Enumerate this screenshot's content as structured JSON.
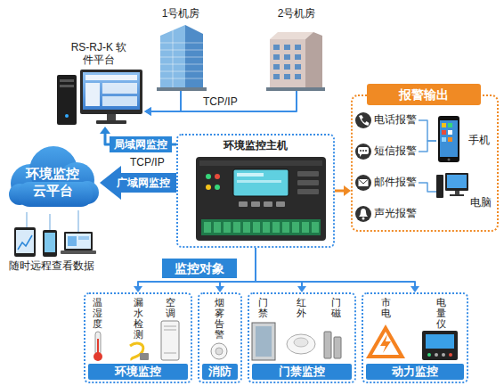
{
  "diagram": {
    "nodes": [
      {
        "text": [
          "RS-RJ-K 软件平台"
        ]
      },
      {
        "text": [
          "1号机房"
        ]
      },
      {
        "text": [
          "2号机房"
        ]
      },
      {
        "text": [
          "环境监控 云平台"
        ]
      },
      {
        "text": [
          "环境监控主机"
        ]
      },
      {
        "text": [
          "报警输出"
        ]
      },
      {
        "text": [
          "电话报警"
        ],
        "in": 5
      },
      {
        "text": [
          "短信报警"
        ],
        "in": 5
      },
      {
        "text": [
          "邮件报警"
        ],
        "in": 5
      },
      {
        "text": [
          "声光报警"
        ],
        "in": 5
      },
      {
        "text": [
          "手机"
        ],
        "in": 5
      },
      {
        "text": [
          "电脑"
        ],
        "in": 5
      },
      {
        "text": [
          "监控对象"
        ]
      },
      {
        "text": [
          "环境监控"
        ]
      },
      {
        "text": [
          "消防"
        ]
      },
      {
        "text": [
          "门禁监控"
        ]
      },
      {
        "text": [
          "动力监控"
        ]
      }
    ],
    "edges": [
      {
        "from": 1,
        "to": 0,
        "arrow": "to"
      },
      {
        "from": 2,
        "to": 0,
        "arrow": "to",
        "label": "TCP/IP"
      },
      {
        "from": 4,
        "to": 0,
        "arrow": "to",
        "label": "局域网监控"
      },
      {
        "from": 4,
        "to": 3,
        "arrow": "to",
        "label": "广域网监控"
      },
      {
        "from": 4,
        "to": 5,
        "arrow": "to"
      },
      {
        "from": 6,
        "to": 10,
        "arrow": "none"
      },
      {
        "from": 7,
        "to": 10,
        "arrow": "none"
      },
      {
        "from": 8,
        "to": 11,
        "arrow": "none"
      },
      {
        "from": 4,
        "to": 13,
        "arrow": "to"
      },
      {
        "from": 4,
        "to": 14,
        "arrow": "to"
      },
      {
        "from": 4,
        "to": 15,
        "arrow": "to"
      },
      {
        "from": 4,
        "to": 16,
        "arrow": "to"
      }
    ],
    "labels": [
      "TCP/IP",
      "随时远程查看数据",
      "温湿度",
      "漏水检测",
      "空调",
      "烟雾告警",
      "门禁",
      "红外",
      "门磁",
      "市电",
      "电量仪"
    ]
  }
}
